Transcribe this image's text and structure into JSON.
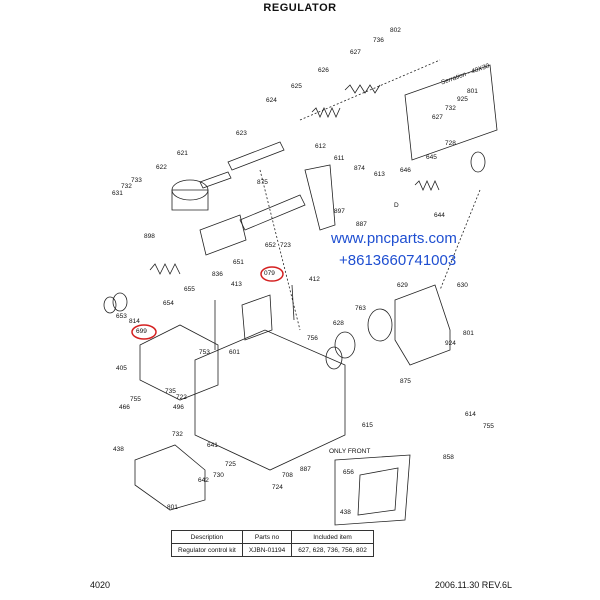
{
  "title": "REGULATOR",
  "watermark": {
    "line1": "www.pncparts.com",
    "line2": "+8613660741003",
    "color": "#1f4fd1"
  },
  "highlight_color": "#d42020",
  "detail_box_text": "Serration - 40X30",
  "part_labels": [
    "802",
    "736",
    "627",
    "626",
    "625",
    "624",
    "623",
    "621",
    "622",
    "733",
    "732",
    "631",
    "898",
    "612",
    "611",
    "874",
    "613",
    "875",
    "897",
    "887",
    "646",
    "645",
    "728",
    "644",
    "D",
    "652",
    "651",
    "723",
    "836",
    "655",
    "654",
    "653",
    "814",
    "699",
    "413",
    "079",
    "412",
    "629",
    "630",
    "763",
    "628",
    "924",
    "801",
    "756",
    "405",
    "755",
    "466",
    "753",
    "601",
    "735",
    "722",
    "496",
    "875",
    "614",
    "755",
    "858",
    "615",
    "732",
    "641",
    "725",
    "730",
    "708",
    "887",
    "724",
    "642",
    "438",
    "801",
    "656",
    "438",
    "925",
    "801",
    "732",
    "627"
  ],
  "only_front": "ONLY FRONT",
  "kit_table": {
    "headers": [
      "Description",
      "Parts no",
      "Included item"
    ],
    "row": [
      "Regulator control kit",
      "XJBN-01194",
      "627, 628, 736, 756, 802"
    ]
  },
  "footer": {
    "page": "4020",
    "date_rev": "2006.11.30  REV.6L"
  }
}
